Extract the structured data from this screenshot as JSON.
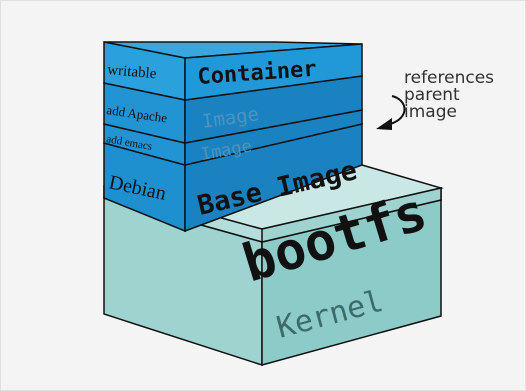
{
  "layers": {
    "kernel": {
      "label": "Kernel"
    },
    "bootfs": {
      "label": "bootfs"
    },
    "base": {
      "side_label": "Debian",
      "label": "Base Image"
    },
    "emacs": {
      "side_label": "add emacs",
      "label": "Image"
    },
    "apache": {
      "side_label": "add Apache",
      "label": "Image"
    },
    "container": {
      "side_label": "writable",
      "label": "Container"
    }
  },
  "annotation": {
    "line1": "references",
    "line2": "parent",
    "line3": "image"
  },
  "colors": {
    "kernel_front": "#9fd3d0",
    "kernel_top": "#b3dedb",
    "kernel_right": "#7fbfbb",
    "layer_front": "#1e8fcf",
    "layer_right": "#1a7fb9",
    "layer_top": "#3aa6df",
    "edge": "#111111"
  },
  "icons": {
    "arrow": "curved-arrow-icon"
  }
}
